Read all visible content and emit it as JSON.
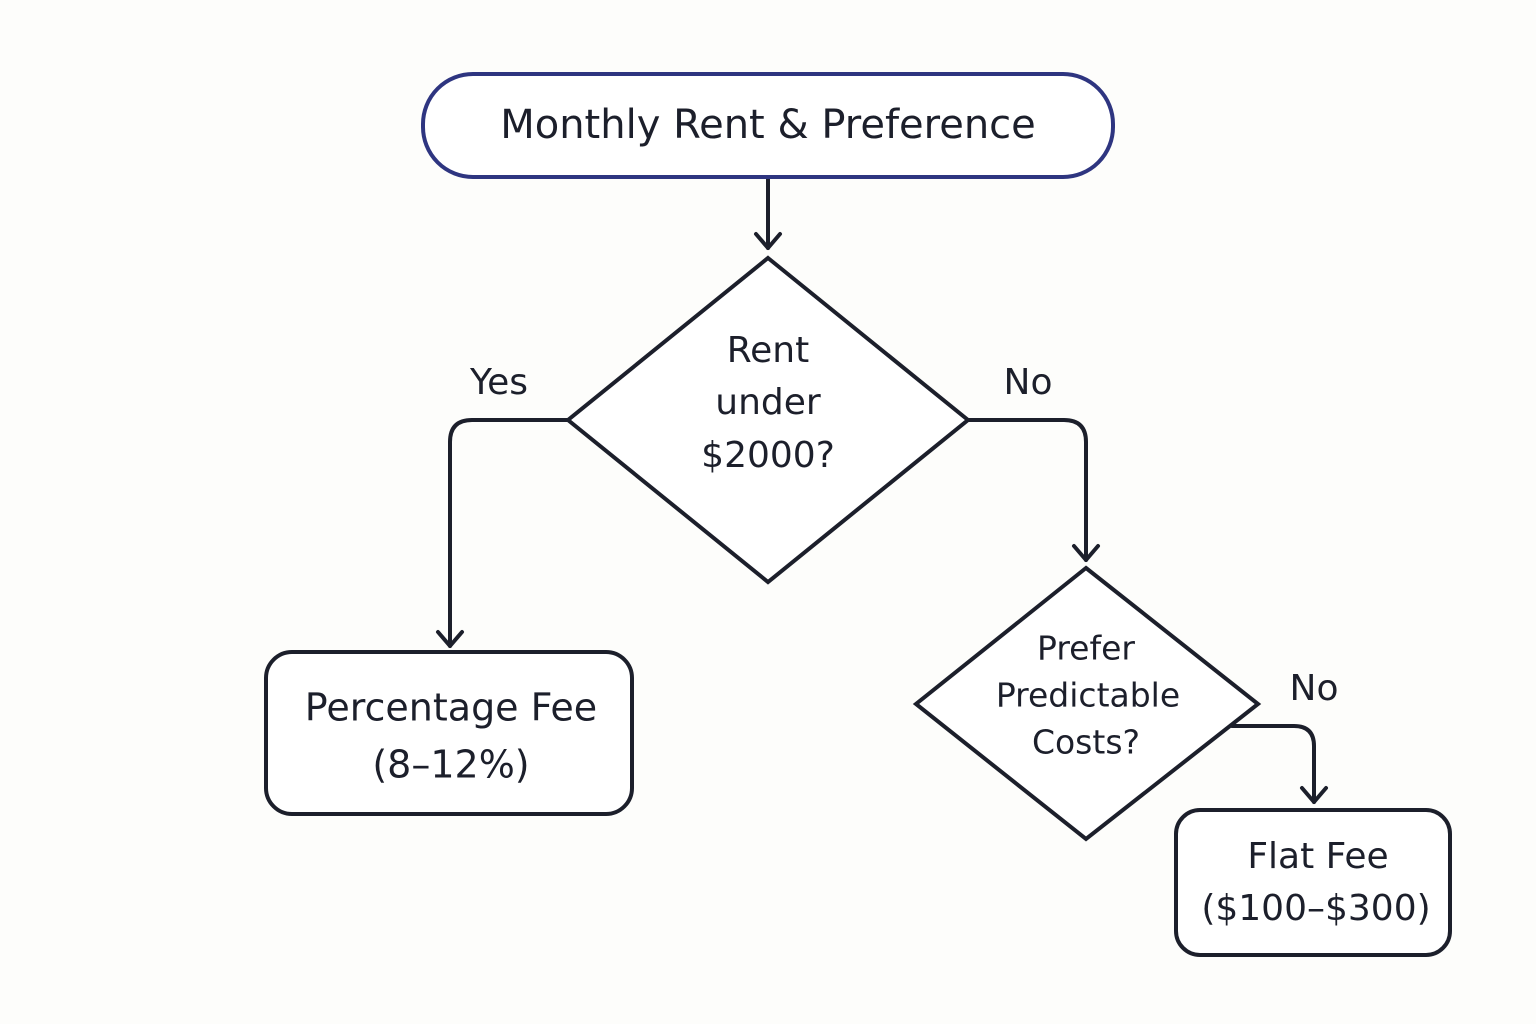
{
  "colors": {
    "background": "#fdfdfb",
    "stroke": "#1c1f2b",
    "start_border": "#2e3580",
    "text": "#1c1f2b"
  },
  "nodes": {
    "start": {
      "label": "Monthly Rent & Preference"
    },
    "rent_decision": {
      "lines": [
        "Rent",
        "under",
        "$2000?"
      ]
    },
    "percentage_fee": {
      "lines": [
        "Percentage Fee",
        "(8–12%)"
      ]
    },
    "predictable_decision": {
      "lines": [
        "Prefer",
        "Predictable",
        "Costs?"
      ]
    },
    "flat_fee": {
      "lines": [
        "Flat Fee",
        "($100–$300)"
      ]
    }
  },
  "edges": {
    "rent_yes": {
      "label": "Yes"
    },
    "rent_no": {
      "label": "No"
    },
    "predictable_no": {
      "label": "No"
    }
  }
}
